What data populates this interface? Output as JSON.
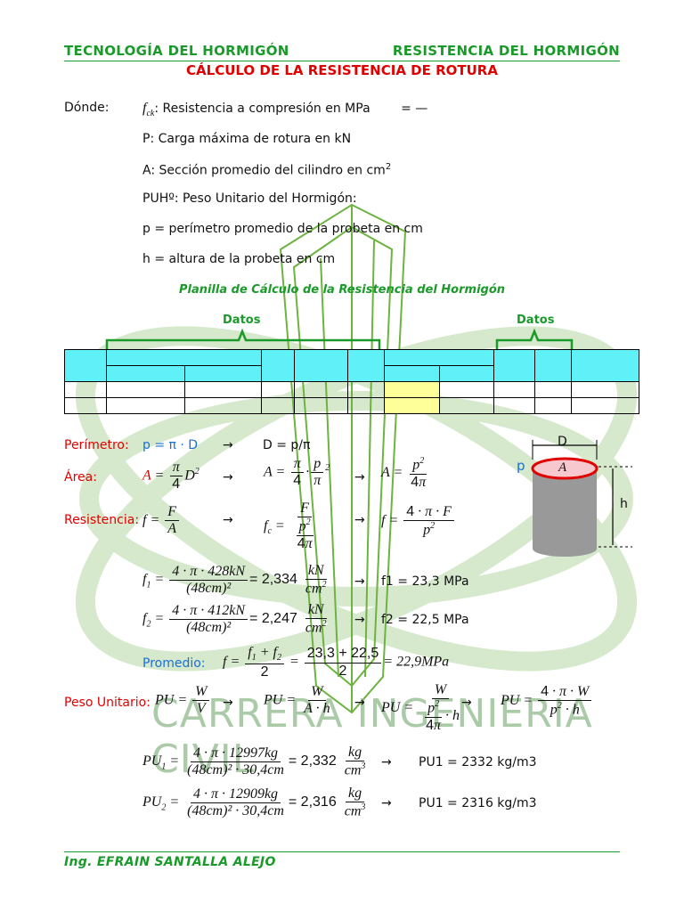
{
  "header": {
    "left": "TECNOLOGÍA DEL HORMIGÓN",
    "right": "RESISTENCIA DEL HORMIGÓN",
    "title": "CÁLCULO DE LA RESISTENCIA DE ROTURA"
  },
  "definitions": {
    "donde": "Dónde:",
    "fck_sym": "f",
    "fck_sub": "ck",
    "fck_text": ": Resistencia a compresión en MPa",
    "fck_tail": "= —",
    "p_load": "P: Carga máxima de rotura en kN",
    "area": "A: Sección promedio del cilindro en cm",
    "area_sup": "2",
    "pu": "PUHº: Peso Unitario del Hormigón:",
    "perimeter": "p = perímetro promedio de la probeta en cm",
    "height": "h = altura de la probeta en cm"
  },
  "planilla": {
    "title": "Planilla de Cálculo de la Resistencia del Hormigón",
    "datos_left": "Datos",
    "datos_right": "Datos"
  },
  "formulas": {
    "perimetro_label": "Perímetro:",
    "perimetro_eq": "p = π · D",
    "perimetro_res": "D = p/π",
    "area_label": "Área:",
    "resistencia_label": "Resistencia:",
    "promedio_label": "Promedio:",
    "peso_label": "Peso Unitario:",
    "arrow": "→"
  },
  "results": {
    "f1_num": "4 · π · 428kN",
    "f1_den": "(48cm)²",
    "f1_val": "= 2,334",
    "f1_res": "f1 = 23,3 MPa",
    "f2_num": "4 · π · 412kN",
    "f2_den": "(48cm)²",
    "f2_val": "= 2,247",
    "f2_res": "f2 = 22,5 MPa",
    "prom_num": "23,3 + 22,5",
    "prom_res": "= 22,9MPa",
    "pu1_num": "4 · π · 12997kg",
    "pu1_den": "(48cm)² · 30,4cm",
    "pu1_val": "= 2,332",
    "pu1_res": "PU1 = 2332 kg/m3",
    "pu2_num": "4 · π · 12909kg",
    "pu2_den": "(48cm)² · 30,4cm",
    "pu2_val": "= 2,316",
    "pu2_res": "PU1 = 2316 kg/m3"
  },
  "cylinder": {
    "d": "D",
    "p": "p",
    "a": "A",
    "h": "h"
  },
  "watermark": "CARRERA INGENIERIA CIVIL",
  "footer": "Ing. EFRAIN SANTALLA ALEJO"
}
